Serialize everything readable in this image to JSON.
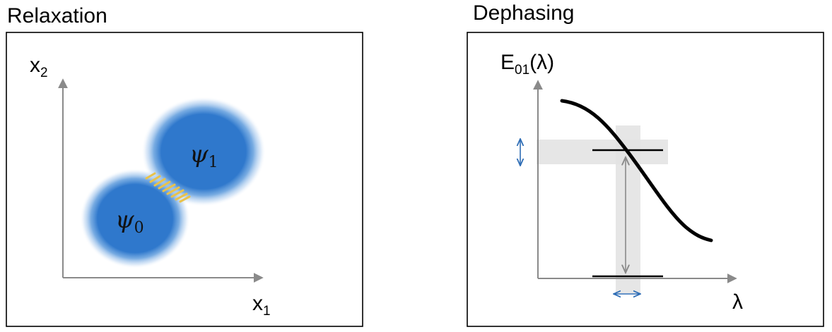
{
  "relaxation": {
    "title": "Relaxation",
    "y_axis": {
      "base": "x",
      "sub": "2"
    },
    "x_axis": {
      "base": "x",
      "sub": "1"
    },
    "states": [
      {
        "base": "ψ",
        "sub": "0"
      },
      {
        "base": "ψ",
        "sub": "1"
      }
    ]
  },
  "dephasing": {
    "title": "Dephasing",
    "y_axis": {
      "base": "E",
      "sub": "01",
      "suffix": "(λ)"
    },
    "x_axis": {
      "base": "λ"
    }
  },
  "colors": {
    "wavefunction": "#2f78cc",
    "tunneling": "#e9c24a",
    "axis": "#8a8a8a",
    "curve": "#000000",
    "uncertainty_arrow": "#2e6db5",
    "band": "#e2e2e2"
  }
}
